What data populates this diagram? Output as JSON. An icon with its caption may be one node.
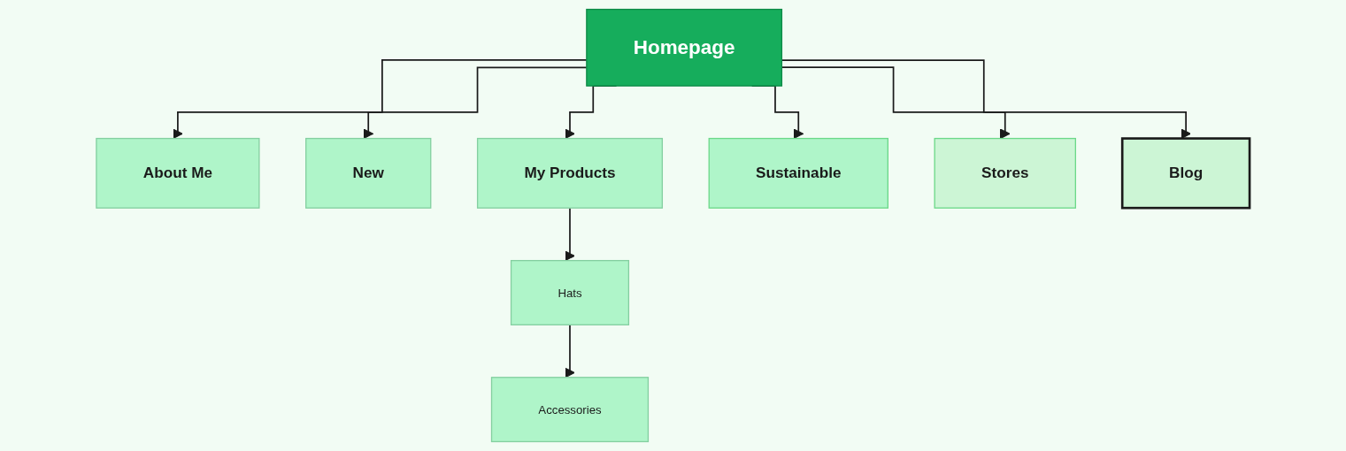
{
  "diagram": {
    "nodes": [
      {
        "text": [
          "Homepage"
        ]
      },
      {
        "text": [
          "About Me"
        ]
      },
      {
        "text": [
          "New"
        ]
      },
      {
        "text": [
          "My Products"
        ]
      },
      {
        "text": [
          "Sustainable"
        ]
      },
      {
        "text": [
          "Stores"
        ]
      },
      {
        "text": [
          "Blog"
        ]
      },
      {
        "text": [
          "Hats"
        ]
      },
      {
        "text": [
          "Accessories"
        ]
      }
    ],
    "edges": [
      {
        "from": 0,
        "to": 1,
        "arrow": "to"
      },
      {
        "from": 0,
        "to": 2,
        "arrow": "to"
      },
      {
        "from": 0,
        "to": 3,
        "arrow": "to"
      },
      {
        "from": 0,
        "to": 4,
        "arrow": "to"
      },
      {
        "from": 0,
        "to": 5,
        "arrow": "to"
      },
      {
        "from": 0,
        "to": 6,
        "arrow": "to"
      },
      {
        "from": 3,
        "to": 7,
        "arrow": "to"
      },
      {
        "from": 7,
        "to": 8,
        "arrow": "to"
      }
    ]
  }
}
